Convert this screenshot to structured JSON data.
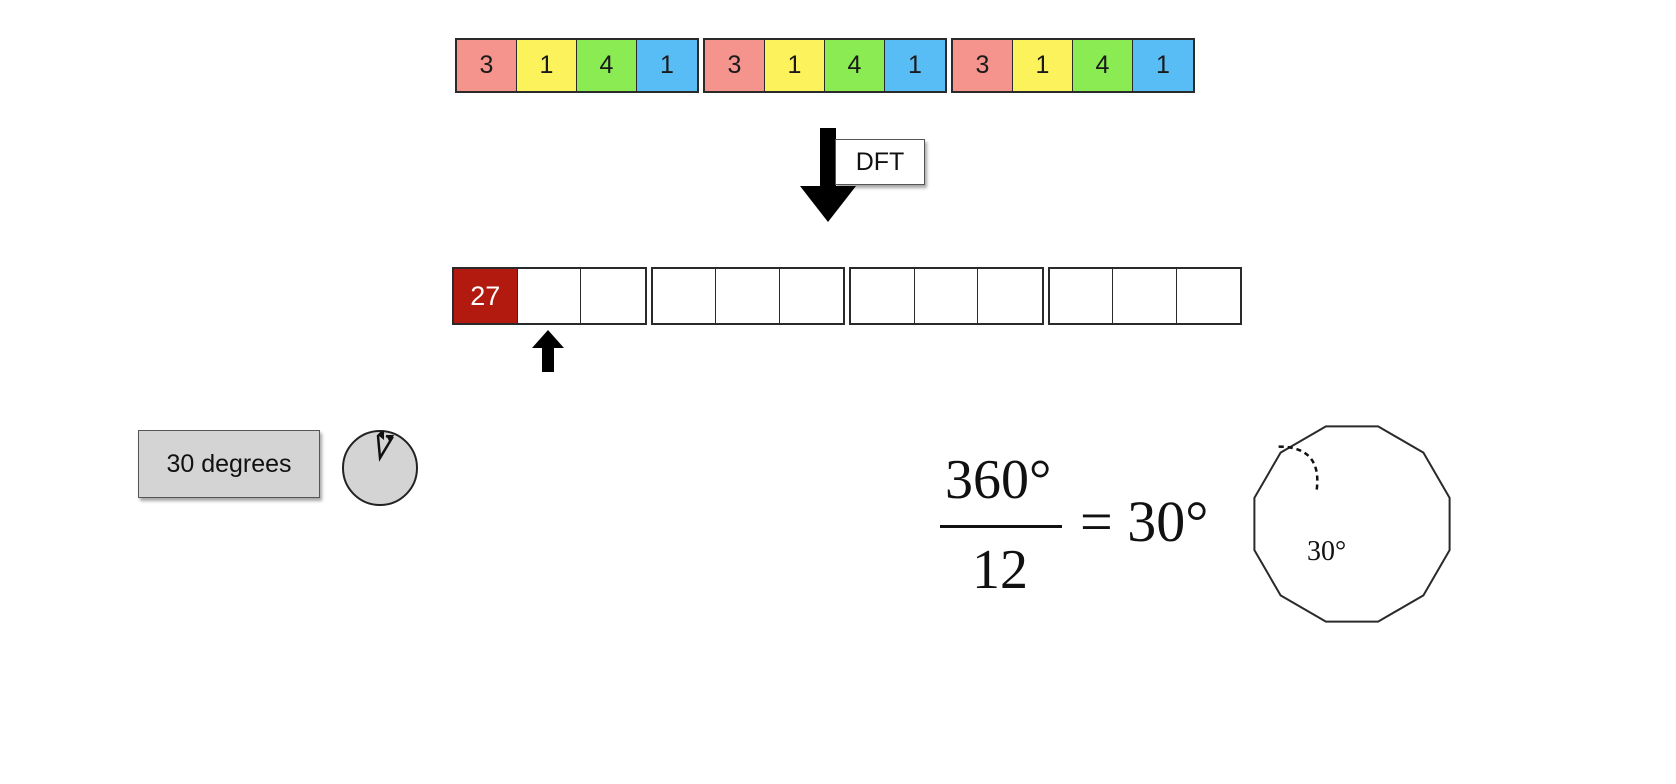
{
  "input_sequence": {
    "groups": [
      [
        {
          "label": "3",
          "color": "#f4948c"
        },
        {
          "label": "1",
          "color": "#fcf35c"
        },
        {
          "label": "4",
          "color": "#8aeb52"
        },
        {
          "label": "1",
          "color": "#58bcf5"
        }
      ],
      [
        {
          "label": "3",
          "color": "#f4948c"
        },
        {
          "label": "1",
          "color": "#fcf35c"
        },
        {
          "label": "4",
          "color": "#8aeb52"
        },
        {
          "label": "1",
          "color": "#58bcf5"
        }
      ],
      [
        {
          "label": "3",
          "color": "#f4948c"
        },
        {
          "label": "1",
          "color": "#fcf35c"
        },
        {
          "label": "4",
          "color": "#8aeb52"
        },
        {
          "label": "1",
          "color": "#58bcf5"
        }
      ]
    ]
  },
  "transform": {
    "label": "DFT"
  },
  "output_sequence": {
    "first_value": "27",
    "first_color": "#b2190f",
    "groups_of": 3,
    "group_count": 4
  },
  "angle_box": {
    "label": "30 degrees"
  },
  "formula": {
    "numerator": "360°",
    "denominator": "12",
    "rhs": "= 30°"
  },
  "polygon": {
    "sides": 12,
    "angle_label": "30°"
  },
  "colors": {
    "ink": "#111111",
    "dial_fill": "#d4d4d4"
  }
}
